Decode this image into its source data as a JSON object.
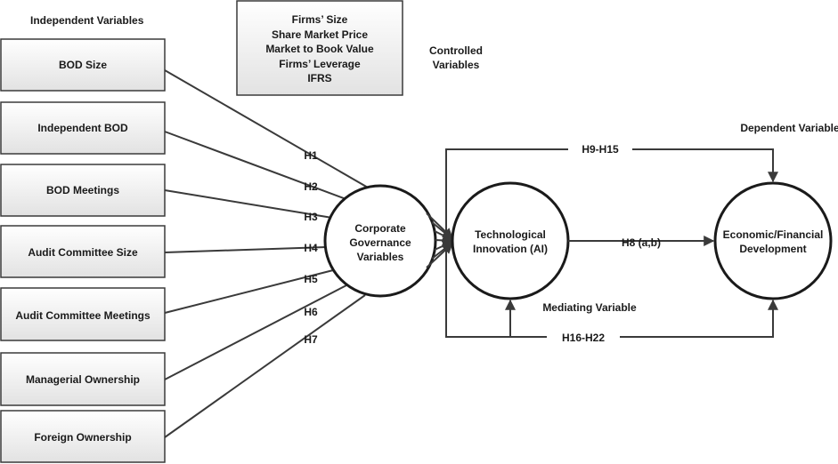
{
  "headings": {
    "independent": "Independent Variables",
    "controlled": [
      "Controlled",
      "Variables"
    ],
    "dependent": "Dependent Variable",
    "mediating": "Mediating Variable"
  },
  "independent_variables": [
    "BOD Size",
    "Independent BOD",
    "BOD Meetings",
    "Audit Committee Size",
    "Audit Committee Meetings",
    "Managerial Ownership",
    "Foreign Ownership"
  ],
  "hypotheses_links": [
    "H1",
    "H2",
    "H3",
    "H4",
    "H5",
    "H6",
    "H7"
  ],
  "controlled_variables": [
    "Firms’ Size",
    "Share Market Price",
    "Market to Book Value",
    "Firms’ Leverage",
    "IFRS"
  ],
  "nodes": {
    "governance": [
      "Corporate",
      "Governance",
      "Variables"
    ],
    "innovation": [
      "Technological",
      "Innovation (AI)"
    ],
    "development": [
      "Economic/Financial",
      "Development"
    ]
  },
  "paths": {
    "mediation": "H8 (a,b)",
    "top": "H9-H15",
    "bottom": "H16-H22"
  }
}
